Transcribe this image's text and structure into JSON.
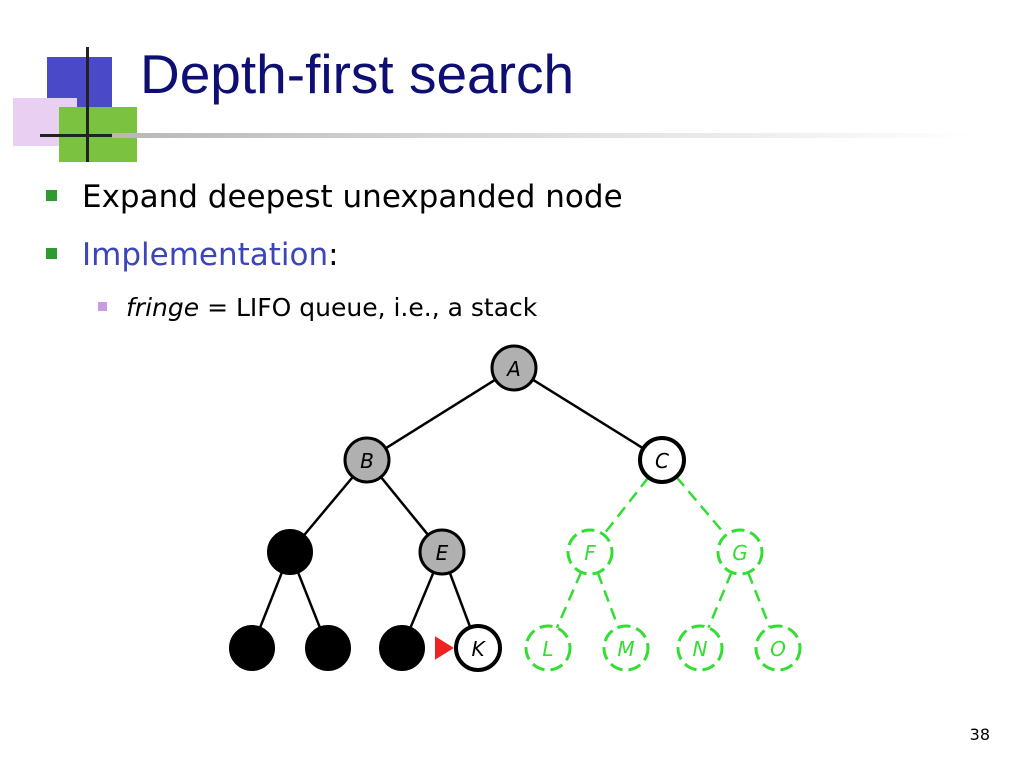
{
  "title": "Depth-first search",
  "bullets": {
    "b1": "Expand deepest unexpanded node",
    "b2_highlight": "Implementation",
    "b2_suffix": ":",
    "b3_italic": "fringe",
    "b3_rest": " = LIFO queue, i.e., a stack"
  },
  "page_number": "38",
  "colors": {
    "title": "#0e0e73",
    "highlight": "#3c46b8",
    "expanded_node": "#b0b0b0",
    "fringe_node": "#ffffff",
    "unexplored": "#33dd33",
    "pointer": "#ee2222"
  },
  "tree": {
    "nodes": [
      {
        "id": "A",
        "label": "A",
        "state": "expanded"
      },
      {
        "id": "B",
        "label": "B",
        "state": "expanded"
      },
      {
        "id": "C",
        "label": "C",
        "state": "fringe"
      },
      {
        "id": "D",
        "label": "",
        "state": "removed"
      },
      {
        "id": "E",
        "label": "E",
        "state": "expanded"
      },
      {
        "id": "F",
        "label": "F",
        "state": "unexplored"
      },
      {
        "id": "G",
        "label": "G",
        "state": "unexplored"
      },
      {
        "id": "H",
        "label": "",
        "state": "removed"
      },
      {
        "id": "I",
        "label": "",
        "state": "removed"
      },
      {
        "id": "J",
        "label": "",
        "state": "removed"
      },
      {
        "id": "K",
        "label": "K",
        "state": "current"
      },
      {
        "id": "L",
        "label": "L",
        "state": "unexplored"
      },
      {
        "id": "M",
        "label": "M",
        "state": "unexplored"
      },
      {
        "id": "N",
        "label": "N",
        "state": "unexplored"
      },
      {
        "id": "O",
        "label": "O",
        "state": "unexplored"
      }
    ],
    "edges": [
      [
        "A",
        "B"
      ],
      [
        "A",
        "C"
      ],
      [
        "B",
        "D"
      ],
      [
        "B",
        "E"
      ],
      [
        "C",
        "F"
      ],
      [
        "C",
        "G"
      ],
      [
        "D",
        "H"
      ],
      [
        "D",
        "I"
      ],
      [
        "E",
        "J"
      ],
      [
        "E",
        "K"
      ],
      [
        "F",
        "L"
      ],
      [
        "F",
        "M"
      ],
      [
        "G",
        "N"
      ],
      [
        "G",
        "O"
      ]
    ],
    "pointer_to": "K"
  }
}
